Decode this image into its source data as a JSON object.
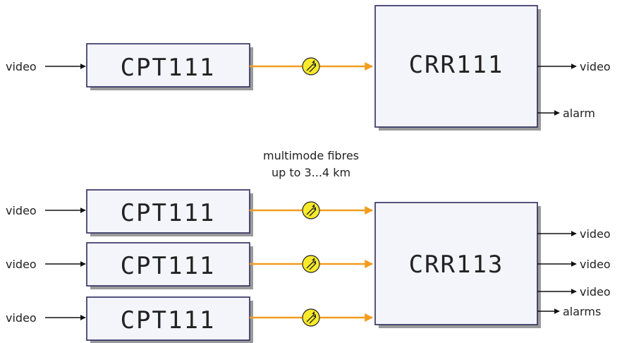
{
  "top": {
    "transmitter": {
      "name": "CPT111",
      "input_label": "video"
    },
    "receiver": {
      "name": "CRR111",
      "outputs": [
        "video",
        "alarm"
      ]
    }
  },
  "fibre_note": {
    "line1": "multimode fibres",
    "line2": "up to 3...4 km"
  },
  "bottom": {
    "transmitters": [
      {
        "name": "CPT111",
        "input_label": "video"
      },
      {
        "name": "CPT111",
        "input_label": "video"
      },
      {
        "name": "CPT111",
        "input_label": "video"
      }
    ],
    "receiver": {
      "name": "CRR113",
      "outputs": [
        "video",
        "video",
        "video",
        "alarms"
      ]
    }
  },
  "colors": {
    "fibre": "#f39c1e",
    "connector_fill": "#f7ea2b",
    "box_fill": "#f4f4fb",
    "box_border": "#2a2a5e",
    "box_shadow": "#9a9a9a"
  }
}
